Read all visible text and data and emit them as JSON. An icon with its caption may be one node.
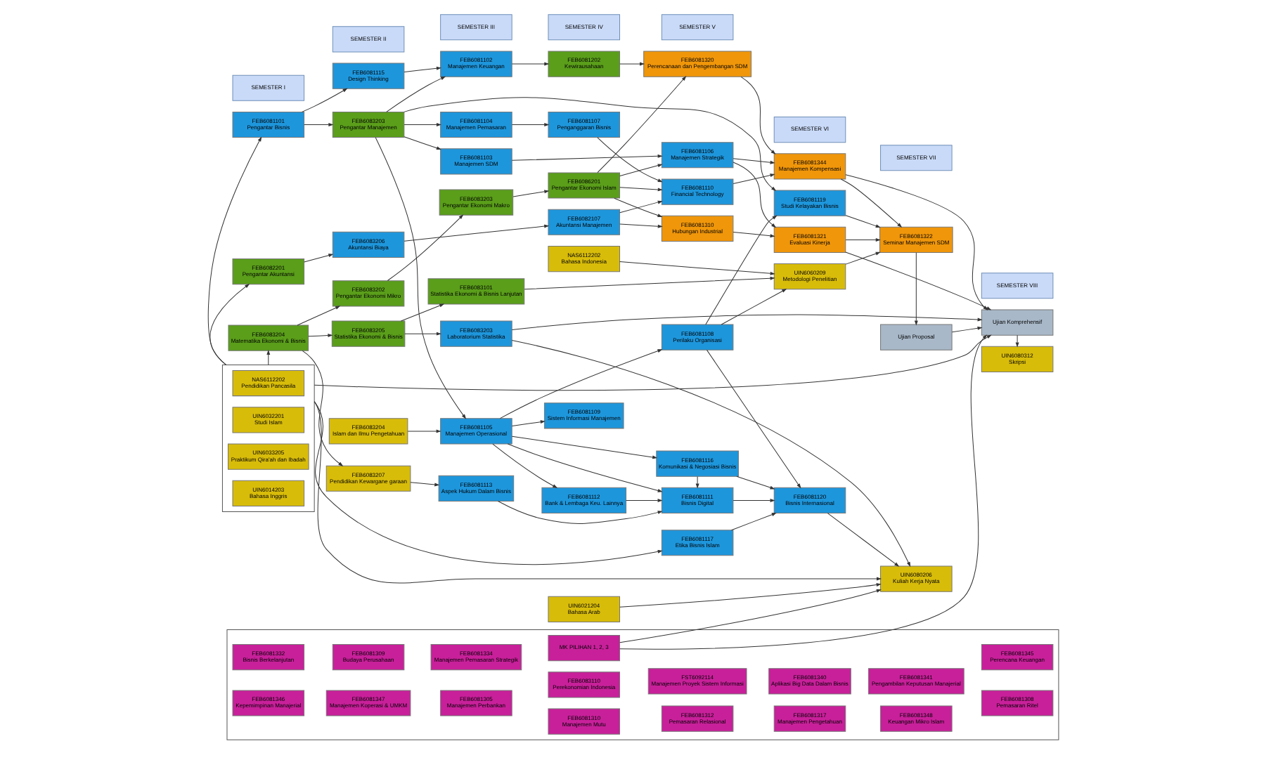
{
  "diagram": {
    "nodes": [
      {
        "text": [
          "SEMESTER I"
        ]
      },
      {
        "text": [
          "SEMESTER II"
        ]
      },
      {
        "text": [
          "SEMESTER III"
        ]
      },
      {
        "text": [
          "SEMESTER IV"
        ]
      },
      {
        "text": [
          "SEMESTER V"
        ]
      },
      {
        "text": [
          "SEMESTER VI"
        ]
      },
      {
        "text": [
          "SEMESTER VII"
        ]
      },
      {
        "text": [
          "SEMESTER VIII"
        ]
      },
      {
        "text": [
          "FEB6083204",
          "Matematika Ekonomi & Bisnis"
        ]
      },
      {
        "text": [
          "FEB6082201",
          "Pengantar Akuntansi"
        ]
      },
      {
        "text": [
          "FEB6081101",
          "Pengantar Bisnis"
        ]
      },
      {
        "text": [],
        "shape": "box"
      },
      {
        "text": [
          "NAS6112202",
          "Pendidikan Pancasila"
        ],
        "in": 11
      },
      {
        "text": [
          "UIN6032201",
          "Studi Islam"
        ],
        "in": 11
      },
      {
        "text": [
          "UIN6033205",
          "Praktikum Qira'ah dan Ibadah"
        ],
        "in": 11
      },
      {
        "text": [
          "UIN6014203",
          "Bahasa Inggris"
        ],
        "in": 11
      },
      {
        "text": [
          "FEB6083202",
          "Pengantar Ekonomi Mikro"
        ]
      },
      {
        "text": [
          "FEB6083206",
          "Akuntansi Biaya"
        ]
      },
      {
        "text": [
          "FEB6083203",
          "Pengantar Manajemen"
        ]
      },
      {
        "text": [
          "FEB6081115",
          "Design Thinking"
        ]
      },
      {
        "text": [
          "FEB6083204",
          "Islam dan Ilmu Pengetahuan"
        ]
      },
      {
        "text": [
          "FEB6083205",
          "Statistika Ekonomi & Bisnis"
        ]
      },
      {
        "text": [
          "FEB6083207",
          "Pendidikan Kewargane garaan"
        ]
      },
      {
        "text": [
          "FEB6083203",
          "Pengantar Ekonomi Makro"
        ]
      },
      {
        "text": [
          "FEB6081103",
          "Manajemen SDM"
        ]
      },
      {
        "text": [
          "FEB6081104",
          "Manajemen Pemasaran"
        ]
      },
      {
        "text": [
          "FEB6081102",
          "Manajemen Keuangan"
        ]
      },
      {
        "text": [
          "FEB6081105",
          "Manajemen Operasional"
        ]
      },
      {
        "text": [
          "FEB6083101",
          "Statistika Ekonomi & Bisnis Lanjutan"
        ]
      },
      {
        "text": [
          "FEB6081113",
          "Aspek Hukum Dalam Bisnis"
        ]
      },
      {
        "text": [
          "FEB6083203",
          "Laboratorium Statistika"
        ]
      },
      {
        "text": [
          "FEB6086201",
          "Pengantar Ekonomi Islam"
        ]
      },
      {
        "text": [
          "FEB6082107",
          "Akuntansi Manajemen"
        ]
      },
      {
        "text": [
          "FEB6081107",
          "Penganggaran Bisnis"
        ]
      },
      {
        "text": [
          "FEB6081202",
          "Kewirausahaan"
        ]
      },
      {
        "text": [
          "FEB6081112",
          "Bank & Lembaga Keu. Lainnya"
        ]
      },
      {
        "text": [
          "FEB6081109",
          "Sistem Informasi Manajemen"
        ]
      },
      {
        "text": [
          "UIN6021204",
          "Bahasa Arab"
        ]
      },
      {
        "text": [
          "NAS6112202",
          "Bahasa Indonesia"
        ]
      },
      {
        "text": [
          "FEB6081106",
          "Manajemen Strategik"
        ]
      },
      {
        "text": [
          "FEB6081310",
          "Hubungan Industrial"
        ]
      },
      {
        "text": [
          "FEB6081110",
          "Financial Technology"
        ]
      },
      {
        "text": [
          "FEB6081320",
          "Perencanaan dan Pengembangan SDM"
        ]
      },
      {
        "text": [
          "FEB6081117",
          "Etika Bisnis Islam"
        ]
      },
      {
        "text": [
          "FEB6081111",
          "Bisnis Digital"
        ]
      },
      {
        "text": [
          "FEB6081116",
          "Komunikasi & Negosiasi Bisnis"
        ]
      },
      {
        "text": [
          "FEB6081108",
          "Perilaku Organisasi"
        ]
      },
      {
        "text": [
          "FEB6081344",
          "Manajemen Kompensasi"
        ]
      },
      {
        "text": [
          "FEB6081321",
          "Evaluasi Kinerja"
        ]
      },
      {
        "text": [
          "FEB6081119",
          "Studi Kelayakan Bisnis"
        ]
      },
      {
        "text": [
          "UIN6060209",
          "Metodologi Penelitian"
        ]
      },
      {
        "text": [
          "FEB6081120",
          "Bisnis Internasional"
        ]
      },
      {
        "text": [
          "Ujian Proposal"
        ]
      },
      {
        "text": [
          "FEB6081322",
          "Seminar Manajemen SDM"
        ]
      },
      {
        "text": [
          "UIN6080206",
          "Kuliah Kerja Nyata"
        ]
      },
      {
        "text": [
          "UIN6080312",
          "Skripsi"
        ]
      },
      {
        "text": [
          "Ujian Komprehensif"
        ]
      },
      {
        "text": [],
        "shape": "box"
      },
      {
        "text": [
          "MK PILIHAN 1, 2, 3"
        ],
        "in": 57
      },
      {
        "text": [
          "FEB6081332",
          "Bisnis Berkelanjutan"
        ],
        "in": 57
      },
      {
        "text": [
          "FEB6081309",
          "Budaya Perusahaan"
        ],
        "in": 57
      },
      {
        "text": [
          "FEB6081334",
          "Manajemen Pemasaran Strategik"
        ],
        "in": 57
      },
      {
        "text": [
          "FEB6083110",
          "Perekonomian Indonesia"
        ],
        "in": 57
      },
      {
        "text": [
          "FST6092114",
          "Manajemen Proyek Sistem Informasi"
        ],
        "in": 57
      },
      {
        "text": [
          "FEB6081340",
          "Aplikasi Big Data Dalam Bisnis"
        ],
        "in": 57
      },
      {
        "text": [
          "FEB6081341",
          "Pengambilan Keputusan Manajerial"
        ],
        "in": 57
      },
      {
        "text": [
          "FEB6081345",
          "Perencana Keuangan"
        ],
        "in": 57
      },
      {
        "text": [
          "FEB6081346",
          "Kepemimpinan Manajerial"
        ],
        "in": 57
      },
      {
        "text": [
          "FEB6081347",
          "Manajemen Koperasi & UMKM"
        ],
        "in": 57
      },
      {
        "text": [
          "FEB6081305",
          "Manajemen Perbankan"
        ],
        "in": 57
      },
      {
        "text": [
          "FEB6081310",
          "Manajemen Mutu"
        ],
        "in": 57
      },
      {
        "text": [
          "FEB6081312",
          "Pemasaran Relasional"
        ],
        "in": 57
      },
      {
        "text": [
          "FEB6081317",
          "Manajemen Pengetahuan"
        ],
        "in": 57
      },
      {
        "text": [
          "FEB6081348",
          "Keuangan Mikro Islam"
        ],
        "in": 57
      },
      {
        "text": [
          "FEB6081308",
          "Pemasaran Ritel"
        ],
        "in": 57
      }
    ],
    "edges": [
      {
        "from": 11,
        "to": 8,
        "arrow": "to"
      },
      {
        "from": 11,
        "to": 9,
        "arrow": "to"
      },
      {
        "from": 11,
        "to": 10,
        "arrow": "to"
      },
      {
        "from": 8,
        "to": 16,
        "arrow": "to"
      },
      {
        "from": 8,
        "to": 21,
        "arrow": "to"
      },
      {
        "from": 8,
        "to": 22,
        "arrow": "to"
      },
      {
        "from": 9,
        "to": 17,
        "arrow": "to"
      },
      {
        "from": 10,
        "to": 18,
        "arrow": "to"
      },
      {
        "from": 10,
        "to": 19,
        "arrow": "to"
      },
      {
        "from": 16,
        "to": 23,
        "arrow": "to"
      },
      {
        "from": 17,
        "to": 32,
        "arrow": "to"
      },
      {
        "from": 18,
        "to": 24,
        "arrow": "to"
      },
      {
        "from": 18,
        "to": 25,
        "arrow": "to"
      },
      {
        "from": 18,
        "to": 26,
        "arrow": "to"
      },
      {
        "from": 18,
        "to": 27,
        "arrow": "to"
      },
      {
        "from": 18,
        "to": 49,
        "arrow": "to"
      },
      {
        "from": 19,
        "to": 26,
        "arrow": "to"
      },
      {
        "from": 20,
        "to": 27,
        "arrow": "to"
      },
      {
        "from": 21,
        "to": 28,
        "arrow": "to"
      },
      {
        "from": 21,
        "to": 30,
        "arrow": "to"
      },
      {
        "from": 22,
        "to": 29,
        "arrow": "to"
      },
      {
        "from": 23,
        "to": 31,
        "arrow": "to"
      },
      {
        "from": 24,
        "to": 39,
        "arrow": "to"
      },
      {
        "from": 25,
        "to": 33,
        "arrow": "to"
      },
      {
        "from": 26,
        "to": 34,
        "arrow": "to"
      },
      {
        "from": 27,
        "to": 35,
        "arrow": "to"
      },
      {
        "from": 27,
        "to": 36,
        "arrow": "to"
      },
      {
        "from": 27,
        "to": 44,
        "arrow": "to"
      },
      {
        "from": 27,
        "to": 45,
        "arrow": "to"
      },
      {
        "from": 27,
        "to": 46,
        "arrow": "to"
      },
      {
        "from": 28,
        "to": 50,
        "arrow": "to"
      },
      {
        "from": 29,
        "to": 44,
        "arrow": "to"
      },
      {
        "from": 11,
        "to": 43,
        "arrow": "to"
      },
      {
        "from": 31,
        "to": 39,
        "arrow": "to"
      },
      {
        "from": 31,
        "to": 40,
        "arrow": "to"
      },
      {
        "from": 31,
        "to": 41,
        "arrow": "to"
      },
      {
        "from": 31,
        "to": 42,
        "arrow": "to"
      },
      {
        "from": 32,
        "to": 40,
        "arrow": "to"
      },
      {
        "from": 32,
        "to": 41,
        "arrow": "to"
      },
      {
        "from": 33,
        "to": 41,
        "arrow": "to"
      },
      {
        "from": 34,
        "to": 42,
        "arrow": "to"
      },
      {
        "from": 35,
        "to": 44,
        "arrow": "to"
      },
      {
        "from": 37,
        "to": 54,
        "arrow": "to"
      },
      {
        "from": 38,
        "to": 50,
        "arrow": "to"
      },
      {
        "from": 39,
        "to": 47,
        "arrow": "to"
      },
      {
        "from": 39,
        "to": 48,
        "arrow": "to"
      },
      {
        "from": 40,
        "to": 48,
        "arrow": "to"
      },
      {
        "from": 41,
        "to": 47,
        "arrow": "to"
      },
      {
        "from": 42,
        "to": 47,
        "arrow": "to"
      },
      {
        "from": 43,
        "to": 51,
        "arrow": "to"
      },
      {
        "from": 44,
        "to": 51,
        "arrow": "to"
      },
      {
        "from": 45,
        "to": 44,
        "arrow": "to"
      },
      {
        "from": 45,
        "to": 51,
        "arrow": "to"
      },
      {
        "from": 46,
        "to": 49,
        "arrow": "to"
      },
      {
        "from": 46,
        "to": 50,
        "arrow": "to"
      },
      {
        "from": 46,
        "to": 51,
        "arrow": "to"
      },
      {
        "from": 47,
        "to": 53,
        "arrow": "to"
      },
      {
        "from": 48,
        "to": 53,
        "arrow": "to"
      },
      {
        "from": 49,
        "to": 53,
        "arrow": "to"
      },
      {
        "from": 50,
        "to": 53,
        "arrow": "to"
      },
      {
        "from": 47,
        "to": 56,
        "arrow": "to"
      },
      {
        "from": 48,
        "to": 56,
        "arrow": "to"
      },
      {
        "from": 51,
        "to": 54,
        "arrow": "to"
      },
      {
        "from": 53,
        "to": 52,
        "arrow": "to"
      },
      {
        "from": 52,
        "to": 56,
        "arrow": "to"
      },
      {
        "from": 56,
        "to": 55,
        "arrow": "to"
      },
      {
        "from": 30,
        "to": 54,
        "arrow": "to"
      },
      {
        "from": 30,
        "to": 56,
        "arrow": "to"
      },
      {
        "from": 11,
        "to": 54,
        "arrow": "to"
      },
      {
        "from": 11,
        "to": 56,
        "arrow": "to"
      },
      {
        "from": 58,
        "to": 54,
        "arrow": "to"
      },
      {
        "from": 58,
        "to": 56,
        "arrow": "to"
      }
    ]
  }
}
